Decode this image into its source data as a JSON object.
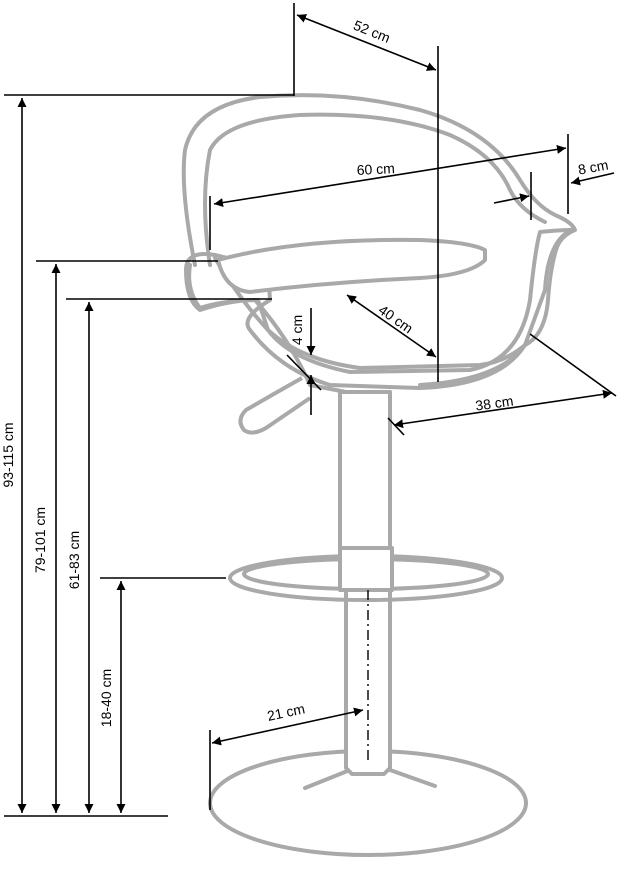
{
  "dimensions": {
    "total_height": "93-115 cm",
    "armrest_height": "79-101 cm",
    "seat_height": "61-83 cm",
    "footrest_height": "18-40 cm",
    "depth": "52 cm",
    "width": "60 cm",
    "armrest_width": "8 cm",
    "seat_depth": "40 cm",
    "cushion_thickness": "4 cm",
    "seat_width": "38 cm",
    "base_radius": "21 cm"
  },
  "colors": {
    "outline": "#a9a9a9",
    "dimension_lines": "#000000"
  }
}
